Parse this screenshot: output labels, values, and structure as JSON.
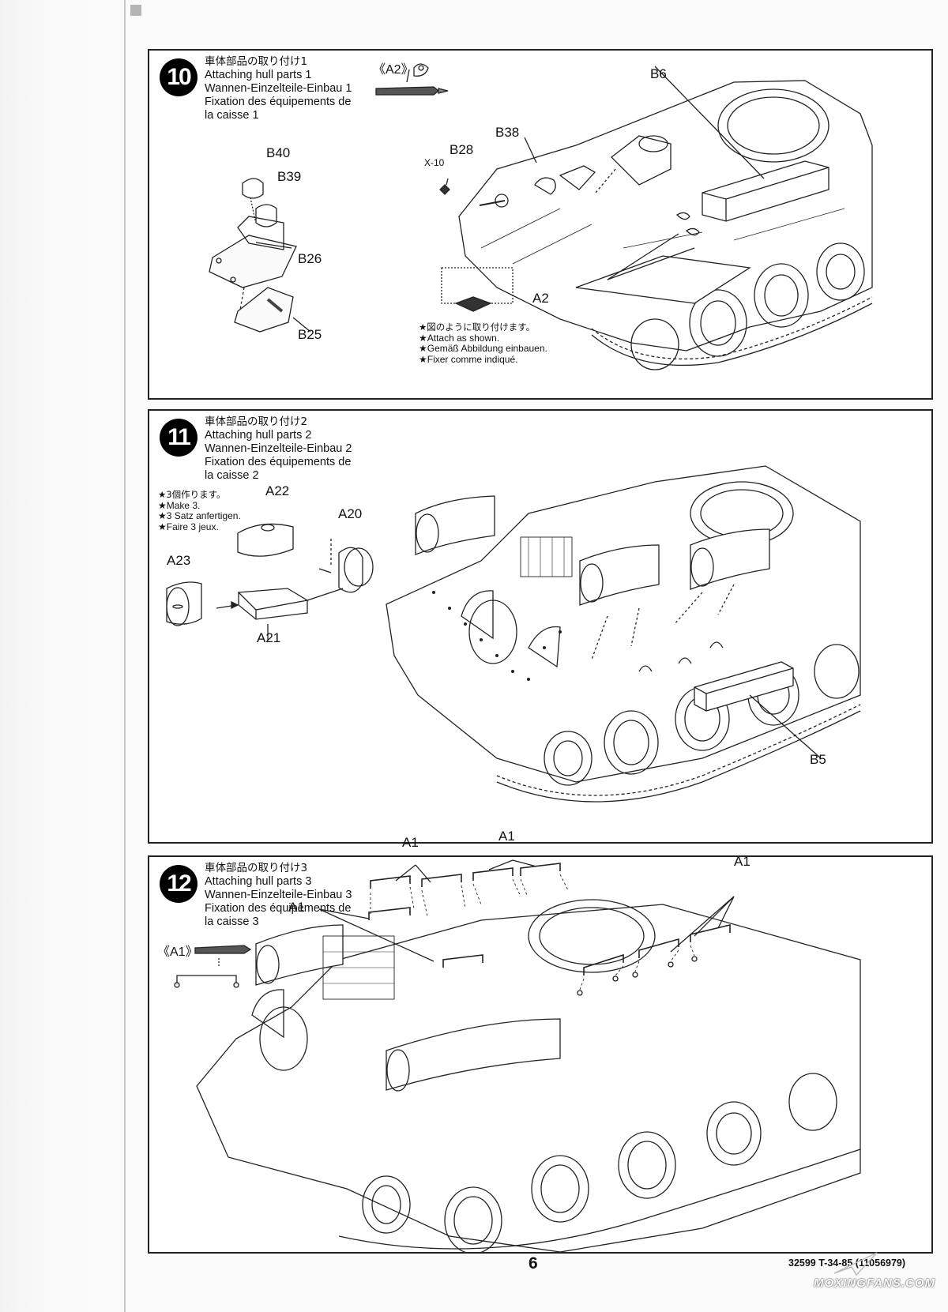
{
  "steps": [
    {
      "number": "10",
      "title_jp": "車体部品の取り付け1",
      "title_en": "Attaching hull parts 1",
      "title_de": "Wannen-Einzelteile-Einbau 1",
      "title_fr_1": "Fixation des équipements de",
      "title_fr_2": "la caisse 1",
      "part_ref": "《A2》",
      "labels": {
        "b6": "B6",
        "b38": "B38",
        "b28": "B28",
        "x10": "X-10",
        "b40": "B40",
        "b39": "B39",
        "b26": "B26",
        "b25": "B25",
        "a2": "A2"
      },
      "note_jp": "★図のように取り付けます。",
      "note_en": "★Attach as shown.",
      "note_de": "★Gemäß Abbildung einbauen.",
      "note_fr": "★Fixer comme indiqué."
    },
    {
      "number": "11",
      "title_jp": "車体部品の取り付け2",
      "title_en": "Attaching hull parts 2",
      "title_de": "Wannen-Einzelteile-Einbau 2",
      "title_fr_1": "Fixation des équipements de",
      "title_fr_2": "la caisse 2",
      "note_jp": "★3個作ります。",
      "note_en": "★Make 3.",
      "note_de": "★3 Satz anfertigen.",
      "note_fr": "★Faire 3 jeux.",
      "labels": {
        "a22": "A22",
        "a20": "A20",
        "a23": "A23",
        "a21": "A21",
        "b5": "B5"
      }
    },
    {
      "number": "12",
      "title_jp": "車体部品の取り付け3",
      "title_en": "Attaching hull parts 3",
      "title_de": "Wannen-Einzelteile-Einbau 3",
      "title_fr_1": "Fixation des équipements de",
      "title_fr_2": "la caisse 3",
      "part_ref": "《A1》",
      "labels": {
        "a1_left": "A1",
        "a1_top1": "A1",
        "a1_top2": "A1",
        "a1_right": "A1"
      }
    }
  ],
  "footer": {
    "page_number": "6",
    "code": "32599 T-34-85 (11056979)",
    "watermark": "MOXINGFANS.COM"
  }
}
